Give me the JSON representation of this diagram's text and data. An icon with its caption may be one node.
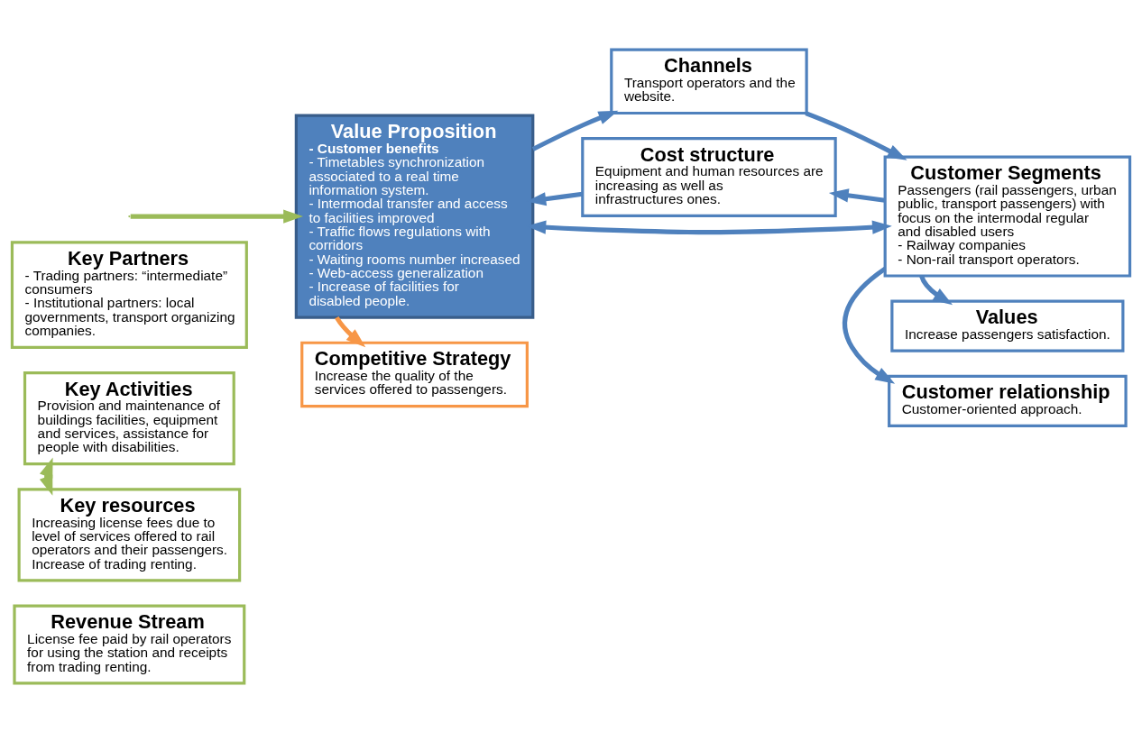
{
  "diagram": {
    "nodes": [
      {
        "text": [
          "Key Partners",
          "- Trading partners: “intermediate” consumers",
          "- Institutional partners: local governments, transport organizing companies."
        ]
      },
      {
        "text": [
          "Key Activities",
          "Provision and maintenance of buildings facilities, equipment and services, assistance for people with disabilities."
        ]
      },
      {
        "text": [
          "Key resources",
          "Increasing license fees due to level of services offered to rail operators and their passengers. Increase of trading renting."
        ]
      },
      {
        "text": [
          "Revenue Stream",
          "License fee paid by rail operators for using the station and receipts from trading renting."
        ]
      },
      {
        "text": [
          "Value Proposition",
          "- Customer benefits",
          "- Timetables synchronization associated to a real time information system.",
          "- Intermodal transfer and access to facilities improved",
          "- Traffic flows regulations with corridors",
          "- Waiting rooms number increased",
          "- Web-access generalization",
          "- Increase of facilities for disabled people."
        ]
      },
      {
        "text": [
          "Channels",
          "Transport operators and the website."
        ]
      },
      {
        "text": [
          "Cost structure",
          "Equipment and human resources are increasing as well as infrastructures ones."
        ]
      },
      {
        "text": [
          "Competitive Strategy",
          "Increase the quality of the services offered to passengers."
        ]
      },
      {
        "text": [
          "Customer relationship",
          "Customer-oriented approach."
        ]
      },
      {
        "text": [
          "Customer Segments",
          "Passengers (rail passengers, urban public, transport passengers) with focus on the intermodal regular and disabled users",
          "- Railway companies",
          "- Non-rail transport operators."
        ]
      },
      {
        "text": [
          "Values",
          "Increase passengers satisfaction."
        ]
      }
    ],
    "edges": [
      {
        "from": 1,
        "to": 2,
        "arrow": "both",
        "color": "#9bbb59"
      },
      {
        "from": null,
        "to": 4,
        "arrow": "to",
        "color": "#9bbb59"
      },
      {
        "from": 4,
        "to": 5,
        "arrow": "to"
      },
      {
        "from": 5,
        "to": 9,
        "arrow": "to"
      },
      {
        "from": 4,
        "to": 9,
        "arrow": "both"
      },
      {
        "from": 9,
        "to": 6,
        "arrow": "to"
      },
      {
        "from": 6,
        "to": 4,
        "arrow": "to"
      },
      {
        "from": 4,
        "to": 7,
        "arrow": "to",
        "color": "#f79646"
      },
      {
        "from": 9,
        "to": 8,
        "arrow": "to"
      },
      {
        "from": 9,
        "to": 10,
        "arrow": "to"
      }
    ]
  }
}
